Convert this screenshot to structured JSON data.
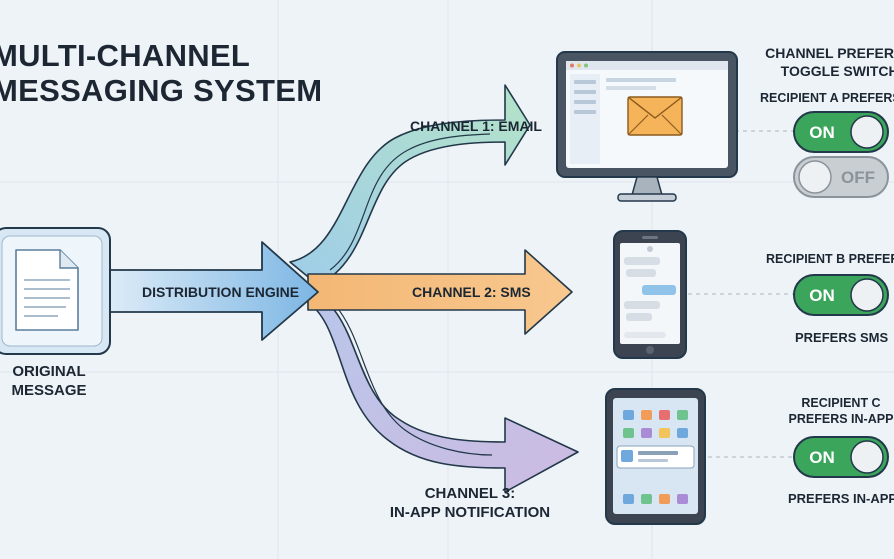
{
  "title": {
    "line1": "MULTI-CHANNEL",
    "line2": "MESSAGING SYSTEM"
  },
  "source": {
    "label_line1": "ORIGINAL",
    "label_line2": "MESSAGE"
  },
  "engine": {
    "label": "DISTRIBUTION ENGINE"
  },
  "channels": [
    {
      "label": "CHANNEL 1: EMAIL",
      "color": "#a9dcc4",
      "icon": "desktop-email-icon"
    },
    {
      "label": "CHANNEL 2: SMS",
      "color": "#f7c07d",
      "icon": "smartphone-sms-icon"
    },
    {
      "label_line1": "CHANNEL 3:",
      "label_line2": "IN-APP NOTIFICATION",
      "color": "#c7b6e0",
      "icon": "tablet-notification-icon"
    }
  ],
  "preferences": {
    "header_line1": "CHANNEL PREFERENCE",
    "header_line2": "TOGGLE SWITCHES",
    "recipient_a": {
      "label": "RECIPIENT A PREFERS EMAIL",
      "toggle_on": "ON",
      "toggle_off": "OFF"
    },
    "recipient_b": {
      "label": "RECIPIENT B PREFERS SMS",
      "toggle_on": "ON",
      "footer": "PREFERS SMS"
    },
    "recipient_c": {
      "label_line1": "RECIPIENT C",
      "label_line2": "PREFERS IN-APP",
      "toggle_on": "ON",
      "footer": "PREFERS IN-APP"
    }
  },
  "colors": {
    "engine_blue": "#8fc3ea",
    "toggle_green": "#3aa55b",
    "toggle_off": "#c9ced3",
    "text": "#1c2733"
  }
}
